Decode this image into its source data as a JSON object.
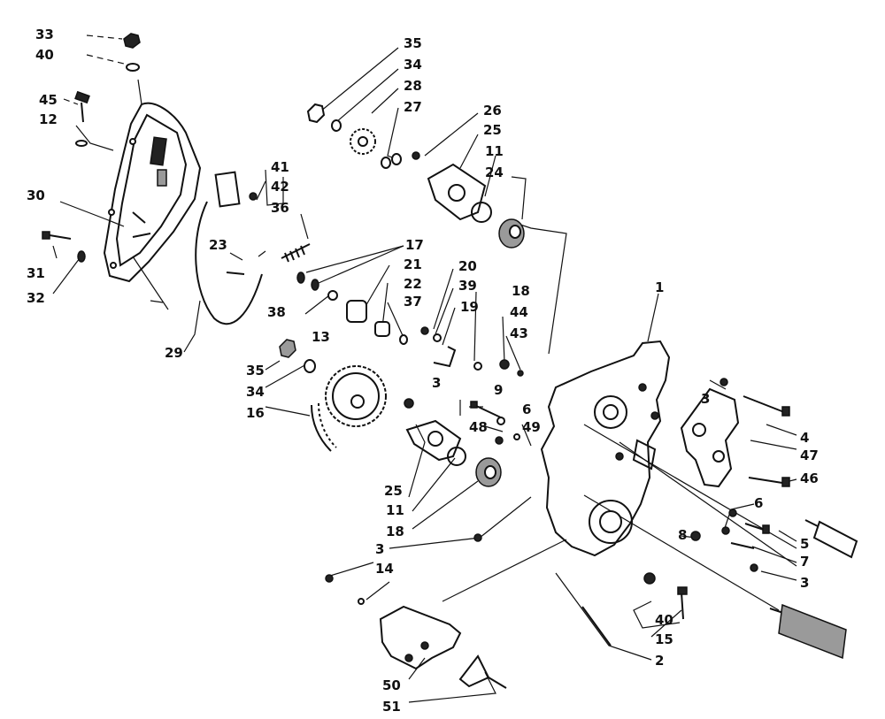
{
  "callouts": [
    "33",
    "40",
    "45",
    "12",
    "30",
    "31",
    "32",
    "23",
    "29",
    "41",
    "42",
    "36",
    "35",
    "34",
    "28",
    "27",
    "26",
    "25",
    "11",
    "24",
    "17",
    "21",
    "22",
    "20",
    "39",
    "19",
    "18",
    "44",
    "43",
    "38",
    "37",
    "13",
    "35",
    "34",
    "16",
    "3",
    "9",
    "6",
    "49",
    "48",
    "25",
    "11",
    "18",
    "1",
    "3",
    "4",
    "47",
    "46",
    "6",
    "5",
    "7",
    "3",
    "8",
    "3",
    "14",
    "40",
    "15",
    "2",
    "50",
    "51"
  ]
}
